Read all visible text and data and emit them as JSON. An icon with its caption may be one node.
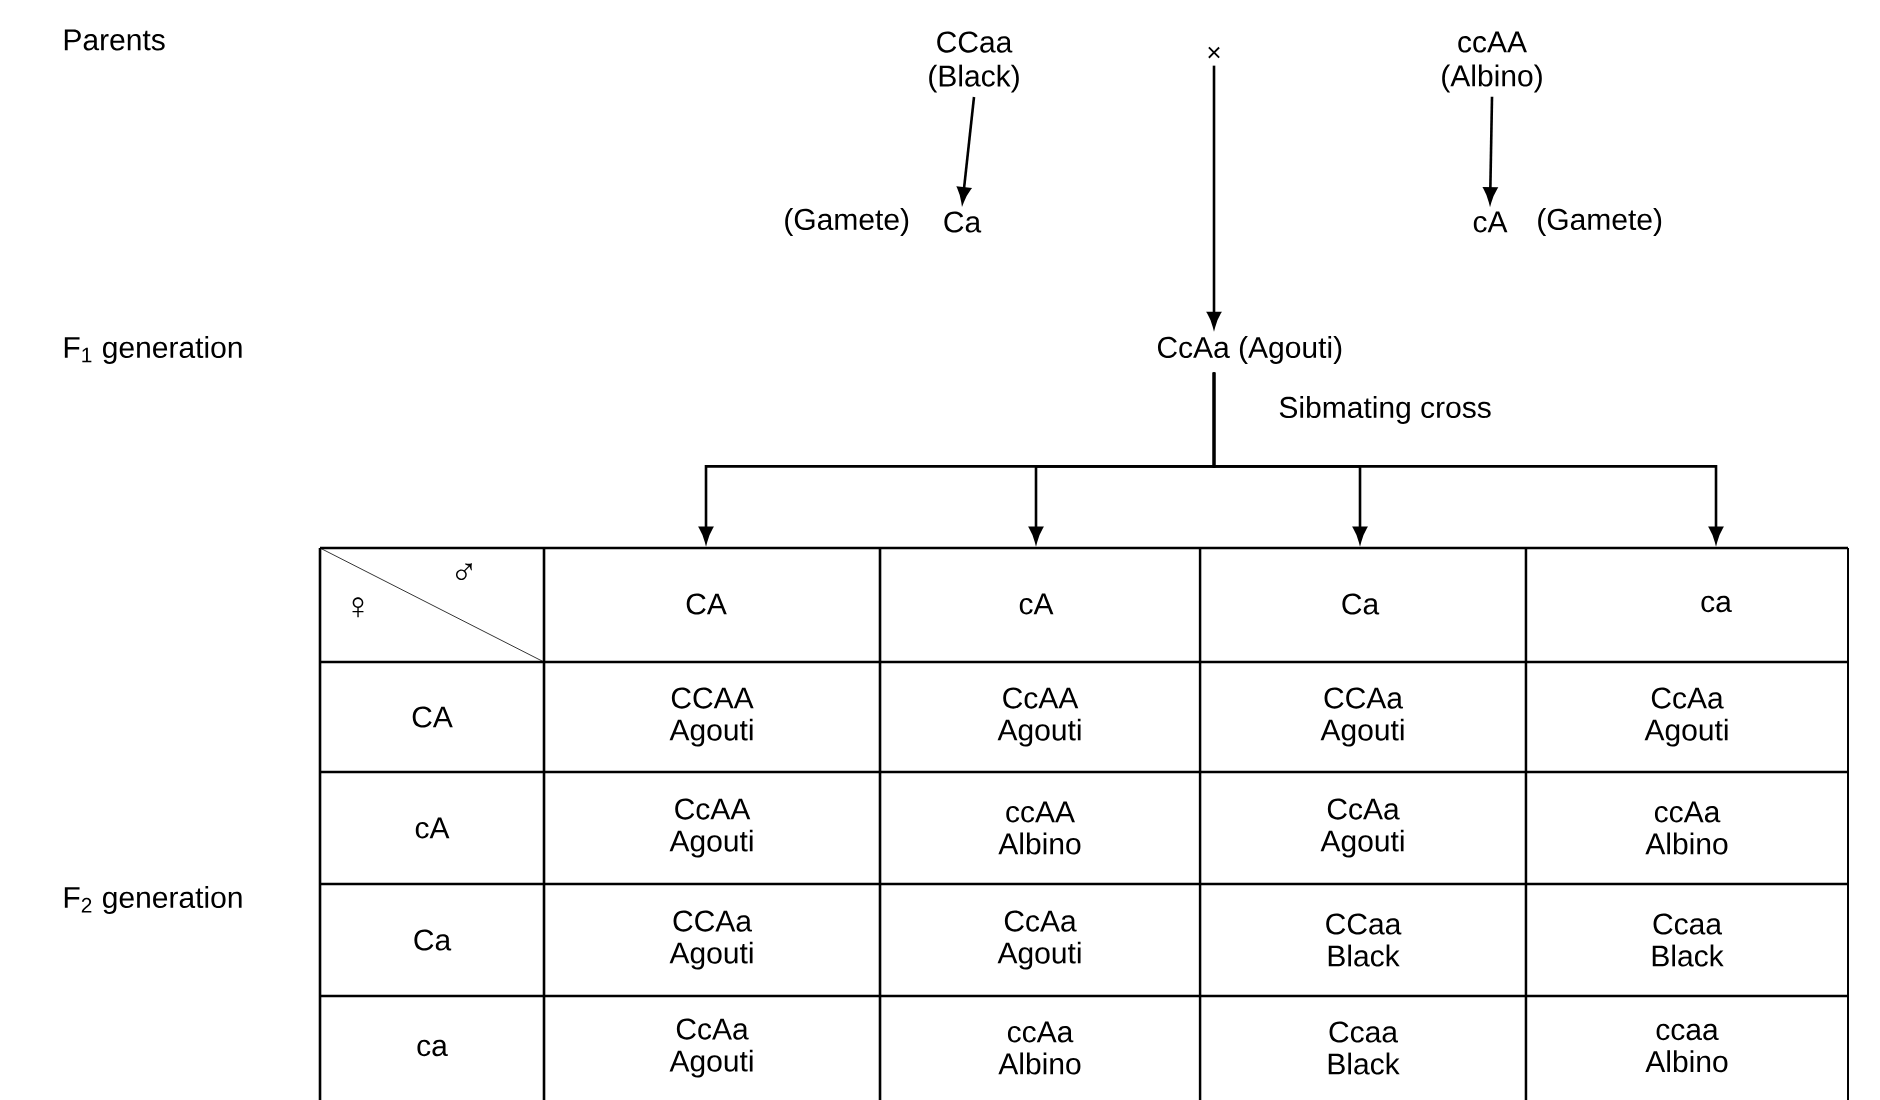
{
  "diagram": {
    "nodes": [
      {
        "text": [
          "CCaa",
          "(Black)"
        ]
      },
      {
        "text": [
          "×"
        ]
      },
      {
        "text": [
          "ccAA",
          "(Albino)"
        ]
      },
      {
        "text": [
          "Ca"
        ],
        "beside": [
          "(Gamete)"
        ]
      },
      {
        "text": [
          "cA"
        ],
        "beside": [
          "(Gamete)"
        ]
      },
      {
        "text": [
          "CcAa (Agouti)"
        ]
      },
      {
        "text": [
          "CA"
        ]
      },
      {
        "text": [
          "cA"
        ]
      },
      {
        "text": [
          "Ca"
        ]
      },
      {
        "text": [
          "ca"
        ]
      }
    ],
    "edges": [
      {
        "from": 0,
        "to": 3,
        "arrow": "to"
      },
      {
        "from": 2,
        "to": 4,
        "arrow": "to"
      },
      {
        "from": 1,
        "to": 5,
        "arrow": "to"
      },
      {
        "from": 5,
        "to": 6,
        "arrow": "to"
      },
      {
        "from": 5,
        "to": 7,
        "arrow": "to"
      },
      {
        "from": 5,
        "to": 8,
        "arrow": "to"
      },
      {
        "from": 5,
        "to": 9,
        "arrow": "to"
      }
    ],
    "labels": [
      "Parents",
      "F$_{1}$ generation",
      "F$_{2}$ generation",
      "Sibmating cross",
      "♀",
      "♂",
      "CA",
      "CCAA Agouti",
      "CcAA Agouti",
      "CCAa Agouti",
      "CcAa Agouti",
      "cA",
      "CcAA Agouti",
      "ccAA Albino",
      "CcAa Agouti",
      "ccAa Albino",
      "Ca",
      "CCAa Agouti",
      "CcAa Agouti",
      "CCaa Black",
      "Ccaa Black",
      "ca",
      "CcAa Agouti",
      "ccAa Albino",
      "Ccaa Black",
      "ccaa Albino"
    ]
  }
}
